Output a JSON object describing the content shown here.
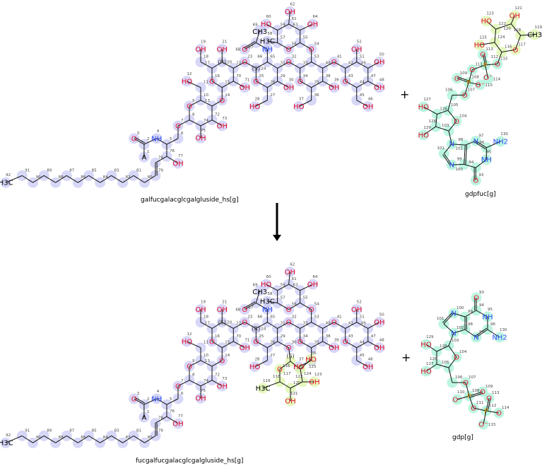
{
  "reaction": {
    "plus_symbol": "+",
    "arrow": "reaction-arrow-down"
  },
  "colors": {
    "oxygen": "#e8102c",
    "nitrogen": "#2f50f8",
    "phosphorus": "#d08a00",
    "carbon": "#000000",
    "glycolipid_highlight": "#c9c9f6",
    "fucose_highlight": "#dcf5a8",
    "nucleotide_highlight": "#a6f2d6"
  },
  "reactants": [
    {
      "name": "galfucgalacglcgalgluside_hs[g]",
      "stereo": {
        "20": "(R)",
        "24": "(S)"
      },
      "atom_labels": {
        "92": "H3C",
        "77": "OH",
        "4": "NH",
        "3": "O",
        "1": "A",
        "7": "O",
        "9": "O",
        "12": "HO",
        "14": "O",
        "73": "OH",
        "75": "OH",
        "16": "O",
        "19": "OH",
        "21": "OH",
        "23": "O",
        "71": "OH",
        "25": "O",
        "28": "HO",
        "30": "OH",
        "66": "NH",
        "68": "O",
        "69": "CH3",
        "58": "H3C",
        "32": "O",
        "34": "O",
        "37": "HO",
        "39": "OH",
        "54": "O",
        "56": "O",
        "60": "HO",
        "62": "OH",
        "64": "OH",
        "41": "O",
        "43": "O",
        "46": "OH",
        "48": "OH",
        "50": "OH",
        "52": "OH"
      }
    },
    {
      "name": "gdpfuc[g]",
      "atom_labels": {
        "123": "HO",
        "121": "OH",
        "119": "CH3",
        "117": "O",
        "125": "HO",
        "113": "O",
        "112": "P",
        "114": "O-",
        "115": "O",
        "111": "O",
        "108": "P",
        "109": "O",
        "110": "O-",
        "107": "O",
        "104": "O",
        "127": "HO",
        "129": "HO",
        "102": "N",
        "100": "N",
        "97": "N",
        "130": "NH2",
        "95": "NH",
        "93": "O"
      }
    }
  ],
  "products": [
    {
      "name": "fucgalfucgalacglcgalgluside_hs[g]",
      "stereo": {
        "20": "(S)",
        "24": "(R)",
        "116": "(S)"
      },
      "atom_labels": {
        "92": "H3C",
        "77": "OH",
        "4": "NH",
        "3": "O",
        "1": "A",
        "7": "O",
        "9": "O",
        "12": "HO",
        "14": "O",
        "73": "OH",
        "75": "OH",
        "16": "O",
        "19": "OH",
        "21": "OH",
        "23": "O",
        "71": "OH",
        "25": "O",
        "28": "HO",
        "30": "O",
        "66": "NH",
        "68": "O",
        "69": "CH3",
        "58": "H3C",
        "32": "O",
        "34": "O",
        "37": "HO",
        "39": "OH",
        "54": "O",
        "56": "O",
        "60": "HO",
        "62": "OH",
        "64": "OH",
        "41": "O",
        "43": "O",
        "46": "OH",
        "48": "OH",
        "50": "OH",
        "52": "OH",
        "117": "O",
        "119": "H3C",
        "121": "OH",
        "123": "OH",
        "125": "HO"
      }
    },
    {
      "name": "gdp[g]",
      "atom_labels": {
        "93": "O",
        "95": "NH",
        "130": "NH2",
        "97": "N",
        "100": "N",
        "102": "N",
        "104": "O",
        "129": "HO",
        "127": "HO",
        "107": "O",
        "108": "P",
        "109": "O",
        "110": "O-",
        "111": "O",
        "112": "P",
        "113": "O",
        "114": "O",
        "115": "O-"
      }
    }
  ]
}
